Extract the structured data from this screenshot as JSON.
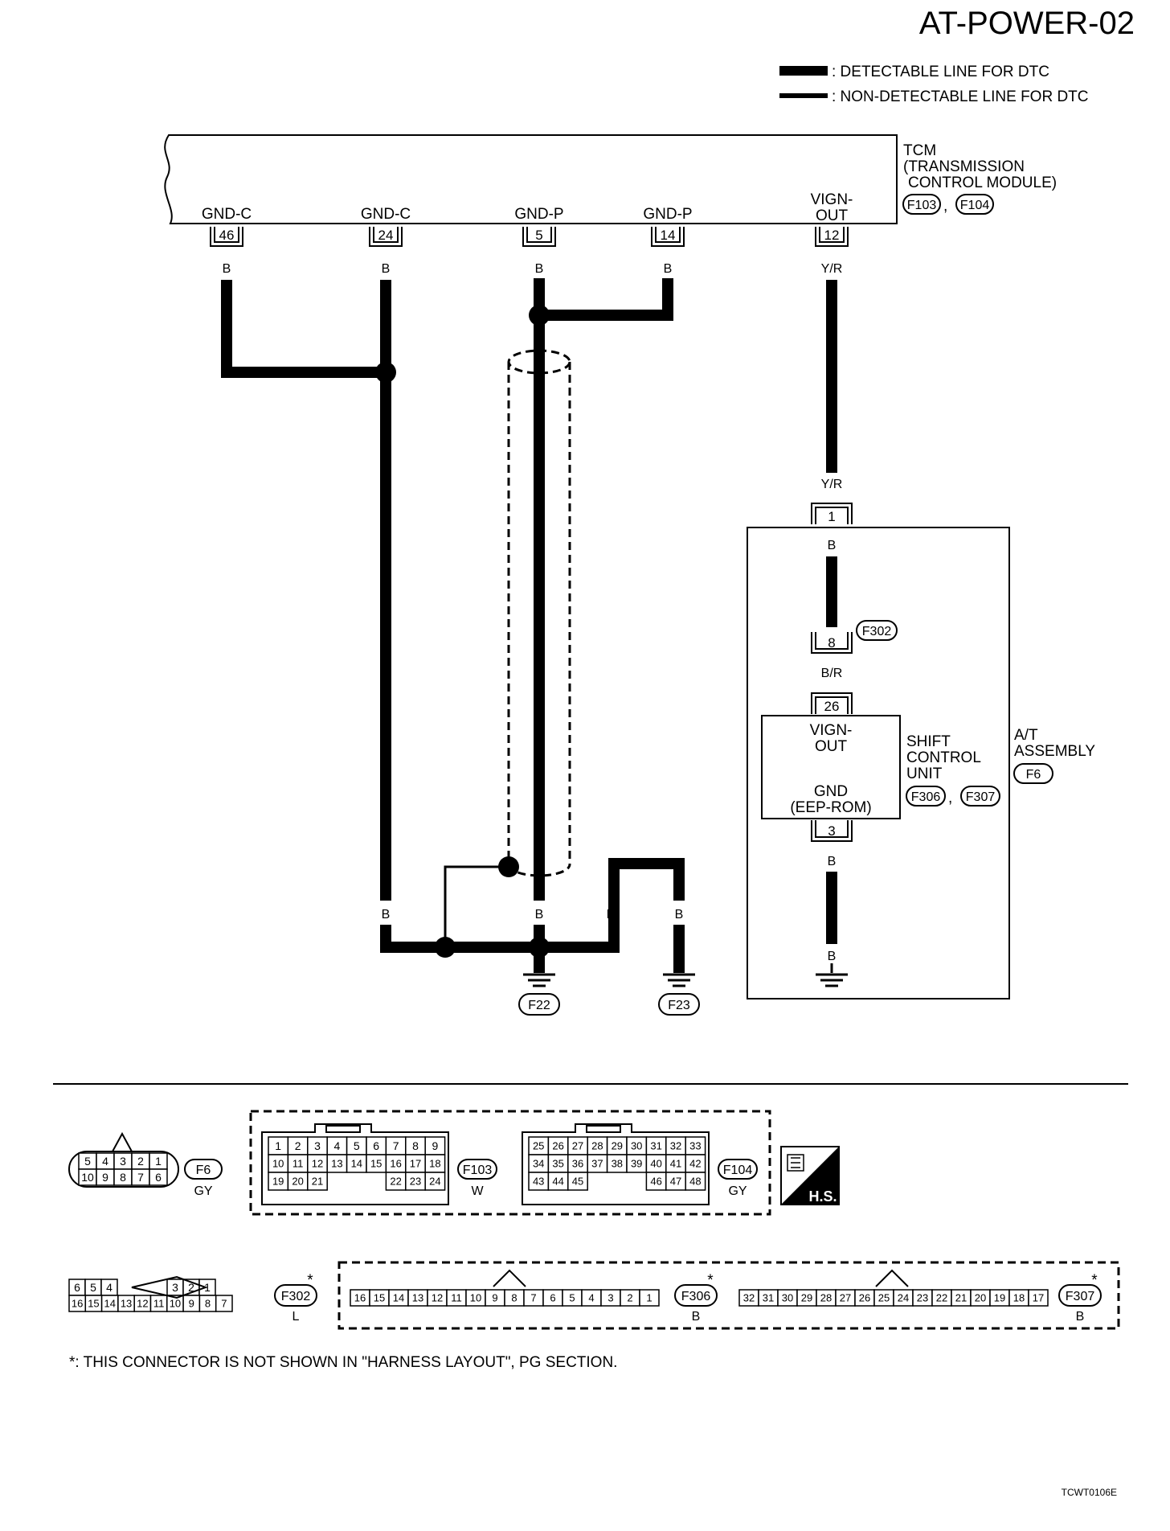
{
  "title": "AT-POWER-02",
  "legend": {
    "detectable": ": DETECTABLE LINE FOR DTC",
    "non_detectable": ": NON-DETECTABLE LINE FOR DTC"
  },
  "tcm": {
    "name": "TCM",
    "desc1": "(TRANSMISSION",
    "desc2": "CONTROL MODULE)",
    "connectors": [
      "F103",
      "F104"
    ],
    "terminals": [
      {
        "label": "GND-C",
        "pin": "46",
        "wire": "B"
      },
      {
        "label": "GND-C",
        "pin": "24",
        "wire": "B"
      },
      {
        "label": "GND-P",
        "pin": "5",
        "wire": "B"
      },
      {
        "label": "GND-P",
        "pin": "14",
        "wire": "B"
      },
      {
        "label1": "VIGN-",
        "label2": "OUT",
        "pin": "12",
        "wire": "Y/R"
      }
    ]
  },
  "at_assembly": {
    "name1": "A/T",
    "name2": "ASSEMBLY",
    "connector": "F6",
    "in_wire": "Y/R",
    "pin1": "1",
    "wire1": "B",
    "f302_connector": "F302",
    "pin8": "8",
    "wire8": "B/R",
    "pin26": "26",
    "scu": {
      "name1": "SHIFT",
      "name2": "CONTROL",
      "name3": "UNIT",
      "connectors": [
        "F306",
        "F307"
      ],
      "vign1": "VIGN-",
      "vign2": "OUT",
      "gnd1": "GND",
      "gnd2": "(EEP-ROM)"
    },
    "pin3": "3",
    "wire3a": "B",
    "wire3b": "B"
  },
  "grounds": {
    "wires": [
      "B",
      "B",
      "B",
      "B"
    ],
    "f22": "F22",
    "f23": "F23"
  },
  "connector_views": {
    "f6": {
      "name": "F6",
      "color": "GY",
      "top": [
        "5",
        "4",
        "3",
        "2",
        "1"
      ],
      "bottom": [
        "10",
        "9",
        "8",
        "7",
        "6"
      ]
    },
    "f103": {
      "name": "F103",
      "color": "W",
      "row1": [
        "1",
        "2",
        "3",
        "4",
        "5",
        "6",
        "7",
        "8",
        "9"
      ],
      "row2": [
        "10",
        "11",
        "12",
        "13",
        "14",
        "15",
        "16",
        "17",
        "18"
      ],
      "row3": [
        "19",
        "20",
        "21",
        "22",
        "23",
        "24"
      ]
    },
    "f104": {
      "name": "F104",
      "color": "GY",
      "row1": [
        "25",
        "26",
        "27",
        "28",
        "29",
        "30",
        "31",
        "32",
        "33"
      ],
      "row2": [
        "34",
        "35",
        "36",
        "37",
        "38",
        "39",
        "40",
        "41",
        "42"
      ],
      "row3": [
        "43",
        "44",
        "45",
        "46",
        "47",
        "48"
      ]
    },
    "hs": "H.S.",
    "f302": {
      "name": "F302",
      "color": "L",
      "top_left": [
        "6",
        "5",
        "4"
      ],
      "top_right": [
        "3",
        "2",
        "1"
      ],
      "bottom": [
        "16",
        "15",
        "14",
        "13",
        "12",
        "11",
        "10",
        "9",
        "8",
        "7"
      ]
    },
    "f306": {
      "name": "F306",
      "color": "B",
      "pins": [
        "16",
        "15",
        "14",
        "13",
        "12",
        "11",
        "10",
        "9",
        "8",
        "7",
        "6",
        "5",
        "4",
        "3",
        "2",
        "1"
      ]
    },
    "f307": {
      "name": "F307",
      "color": "B",
      "pins": [
        "32",
        "31",
        "30",
        "29",
        "28",
        "27",
        "26",
        "25",
        "24",
        "23",
        "22",
        "21",
        "20",
        "19",
        "18",
        "17"
      ]
    },
    "star": "*"
  },
  "footnote": "*: THIS CONNECTOR IS NOT SHOWN IN \"HARNESS LAYOUT\", PG SECTION.",
  "code": "TCWT0106E"
}
